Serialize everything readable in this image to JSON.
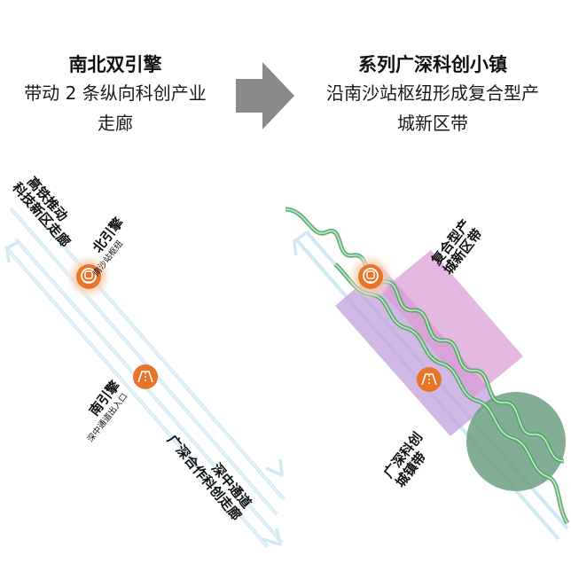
{
  "left_panel": {
    "title": "南北双引擎",
    "subtitle_line1": "带动 2 条纵向科创产业",
    "subtitle_line2": "走廊",
    "corridor_top_line1": "高铁推动",
    "corridor_top_line2": "科技新区走廊",
    "north_engine_title": "北引擎",
    "north_engine_sub": "南沙站枢纽",
    "south_engine_title": "南引擎",
    "south_engine_sub": "深中通道出入口",
    "corridor_bottom_line1": "深中通道",
    "corridor_bottom_line2": "广深合作科创走廊"
  },
  "right_panel": {
    "title": "系列广深科创小镇",
    "subtitle_line1": "沿南沙站枢纽形成复合型产",
    "subtitle_line2": "城新区带",
    "zone_label_line1": "复合型产",
    "zone_label_line2": "城新区带",
    "town_label_line1": "广深科创",
    "town_label_line2": "城镇带"
  },
  "colors": {
    "corridor_blue": "#cfe8f2",
    "corridor_blue_edge": "#b8ddec",
    "engine_orange": "#e8742a",
    "engine_halo": "#f6c4a2",
    "arrow_gray": "#8a8a8a",
    "wave_green": "#6dbb7c",
    "wave_light": "#cfe9c4",
    "zone_pink": "#d99ad3",
    "zone_purple": "#c3a2dc",
    "town_green": "#6f9f82"
  },
  "icons": [
    "train-station-icon",
    "road-tunnel-icon",
    "arrow-right-icon"
  ]
}
